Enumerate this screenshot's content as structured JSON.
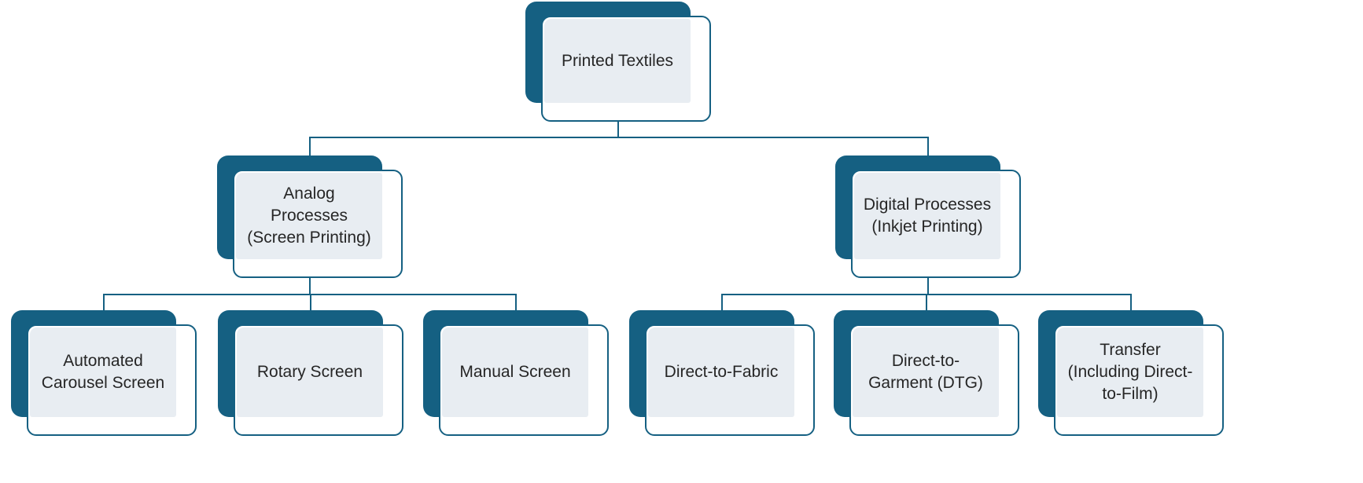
{
  "diagram": {
    "type": "org-chart",
    "colors": {
      "node_back": "#156082",
      "node_border": "#156082",
      "node_fill": "#E8EDF2",
      "connector": "#156082",
      "text": "#262626",
      "background": "#FFFFFF"
    },
    "nodes": {
      "root": {
        "label": "Printed Textiles",
        "level": 1
      },
      "analog": {
        "label": "Analog\nProcesses\n(Screen Printing)",
        "level": 2,
        "parent": "root"
      },
      "digital": {
        "label": "Digital Processes\n(Inkjet Printing)",
        "level": 2,
        "parent": "root"
      },
      "automated_carousel": {
        "label": "Automated\nCarousel Screen",
        "level": 3,
        "parent": "analog"
      },
      "rotary": {
        "label": "Rotary Screen",
        "level": 3,
        "parent": "analog"
      },
      "manual": {
        "label": "Manual Screen",
        "level": 3,
        "parent": "analog"
      },
      "direct_to_fabric": {
        "label": "Direct-to-Fabric",
        "level": 3,
        "parent": "digital"
      },
      "direct_to_garment": {
        "label": "Direct-to-\nGarment (DTG)",
        "level": 3,
        "parent": "digital"
      },
      "transfer": {
        "label": "Transfer\n(Including Direct-\nto-Film)",
        "level": 3,
        "parent": "digital"
      }
    },
    "hierarchy": {
      "root": [
        "analog",
        "digital"
      ],
      "analog": [
        "automated_carousel",
        "rotary",
        "manual"
      ],
      "digital": [
        "direct_to_fabric",
        "direct_to_garment",
        "transfer"
      ]
    }
  }
}
